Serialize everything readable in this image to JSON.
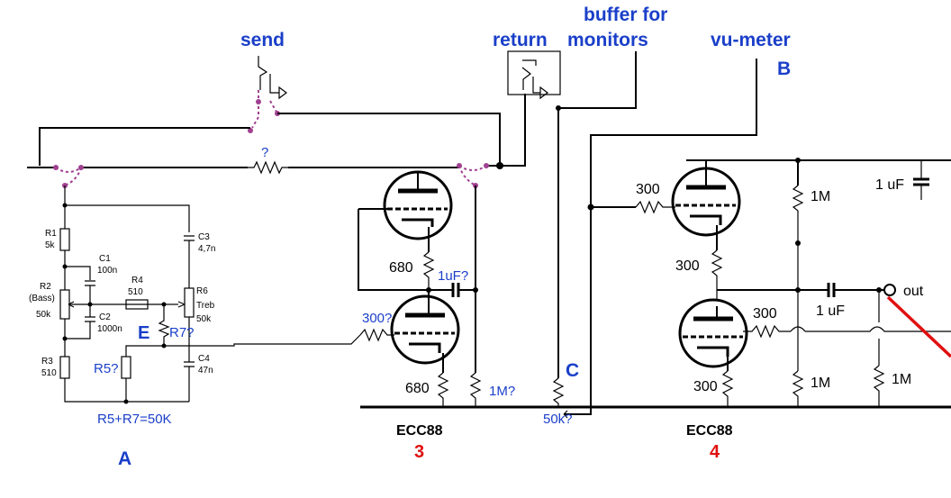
{
  "header_labels": {
    "send": "send",
    "return": "return",
    "buffer_l1": "buffer for",
    "buffer_l2": "monitors",
    "vu": "vu-meter",
    "B": "B"
  },
  "points": {
    "A": "A",
    "C": "C",
    "E": "E"
  },
  "tube3": {
    "type": "ECC88",
    "num": "3"
  },
  "tube4": {
    "type": "ECC88",
    "num": "4"
  },
  "tonestack": {
    "R1": "R1",
    "R1v": "5k",
    "R2": "R2",
    "R2n": "(Bass)",
    "R2v": "50k",
    "R3": "R3",
    "R3v": "510",
    "C1": "C1",
    "C1v": "100n",
    "C2": "C2",
    "C2v": "1000n",
    "C3": "C3",
    "C3v": "4,7n",
    "C4": "C4",
    "C4v": "47n",
    "R4": "R4",
    "R4v": "510",
    "R6": "R6",
    "R6n": "Treb",
    "R6v": "50k",
    "R5q": "R5?",
    "R7q": "R7?",
    "sum": "R5+R7=50K"
  },
  "stage3": {
    "series_r": "?",
    "plate_r": "680",
    "cath_r": "680",
    "cap": "1uF?",
    "grid_r": "300?",
    "grid_leak": "1M?",
    "pot": "50k?"
  },
  "stage4": {
    "grid_r_top": "300",
    "mid_r": "300",
    "grid_r_bot": "300",
    "cath_r_bot": "300",
    "r_1m_top": "1M",
    "cap_top": "1 uF",
    "cap_out": "1 uF",
    "out": "out",
    "r_1m_a": "1M",
    "r_1m_b": "1M"
  },
  "colors": {
    "label_blue": "#1a3fc9",
    "tube_red": "#e01010",
    "switch_purple": "#a04090"
  }
}
